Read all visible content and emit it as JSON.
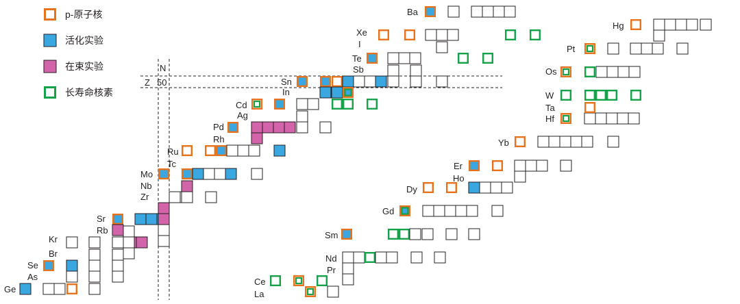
{
  "colors": {
    "p_nucleus": "#e8731f",
    "activation": "#3aa7e0",
    "in_beam": "#d264a9",
    "long_lived": "#17a14a",
    "empty_stroke": "#231f20",
    "guide": "#231f20"
  },
  "legend": [
    {
      "key": "p_nucleus",
      "label": "p-原子核"
    },
    {
      "key": "activation",
      "label": "活化实验"
    },
    {
      "key": "in_beam",
      "label": "在束实验"
    },
    {
      "key": "long_lived",
      "label": "长寿命核素"
    }
  ],
  "axes": {
    "n_label": "N",
    "z_label": "Z",
    "magic_label": "50"
  },
  "elements": [
    "Ge",
    "As",
    "Se",
    "Br",
    "Kr",
    "Rb",
    "Sr",
    "Zr",
    "Nb",
    "Mo",
    "Tc",
    "Ru",
    "Rh",
    "Pd",
    "Ag",
    "Cd",
    "In",
    "Sn",
    "Sb",
    "Te",
    "I",
    "Xe",
    "Ba",
    "La",
    "Ce",
    "Pr",
    "Nd",
    "Sm",
    "Gd",
    "Dy",
    "Ho",
    "Er",
    "Yb",
    "Hf",
    "Ta",
    "W",
    "Os",
    "Pt",
    "Hg"
  ]
}
